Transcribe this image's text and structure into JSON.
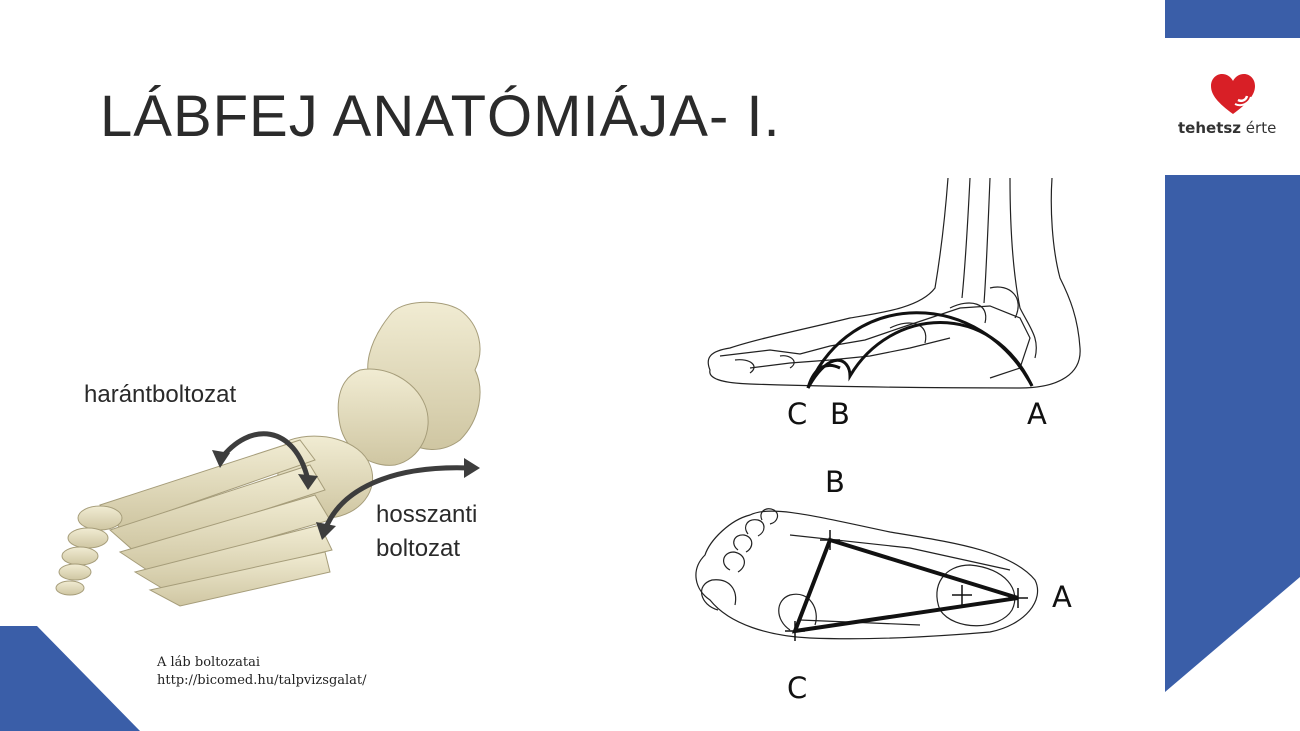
{
  "slide": {
    "title": "LÁBFEJ ANATÓMIÁJA- I."
  },
  "logo": {
    "name_bold": "tehetsz",
    "name_rest": " érte"
  },
  "skeleton_figure": {
    "label_transverse": "harántboltozat",
    "label_longitudinal_line1": "hosszanti",
    "label_longitudinal_line2": "boltozat"
  },
  "side_view_figure": {
    "point_c": "C",
    "point_b": "B",
    "point_a": "A"
  },
  "top_view_figure": {
    "point_b": "B",
    "point_a": "A",
    "point_c": "C"
  },
  "caption": {
    "line1": "A láb boltozatai",
    "line2": "http://bicomed.hu/talpvizsgalat/"
  },
  "colors": {
    "accent_blue": "#3a5ea8",
    "logo_red": "#d81f26",
    "bone": "#e8e2c4"
  }
}
